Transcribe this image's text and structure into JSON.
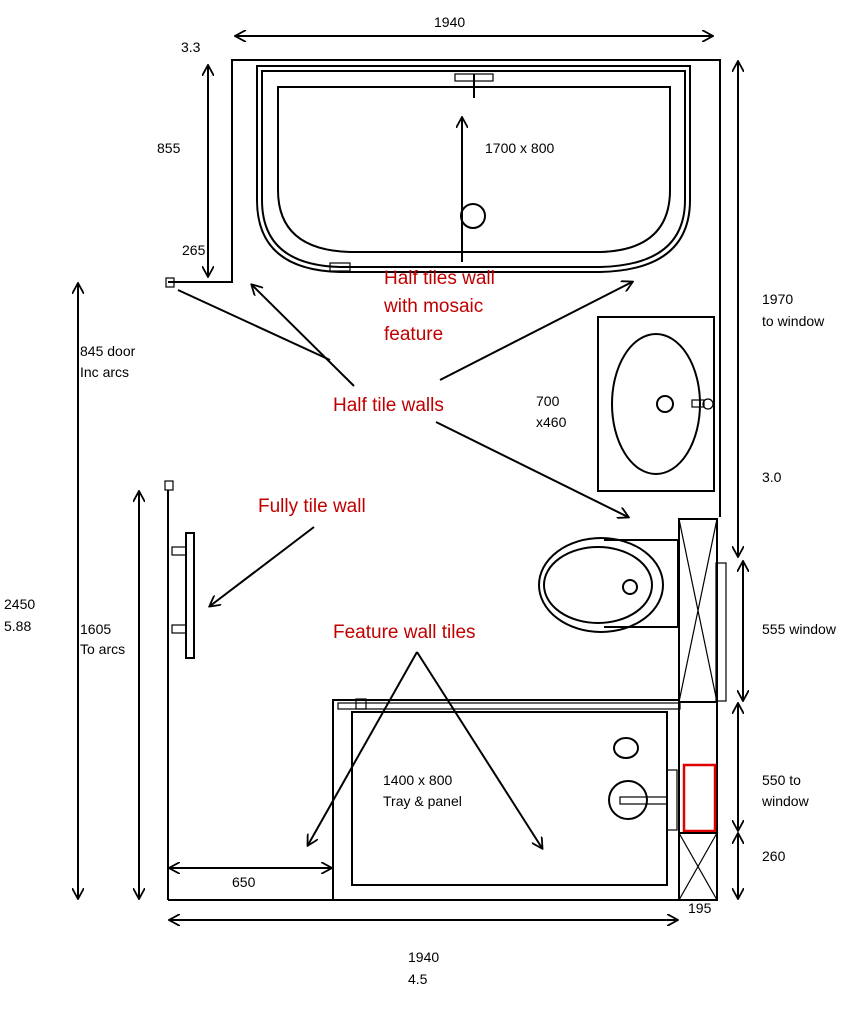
{
  "dimensions": {
    "top_width": "1940",
    "top_thickness": "3.3",
    "bath_depth": "855",
    "step_265": "265",
    "bath_size": "1700 x 800",
    "door": [
      "845 door",
      "Inc arcs"
    ],
    "to_window_1970": [
      "1970",
      "to window"
    ],
    "basin_size": [
      "700",
      "x460"
    ],
    "right_3_0": "3.0",
    "left_total": [
      "2450",
      "5.88"
    ],
    "left_1605": [
      "1605",
      "To arcs"
    ],
    "window_555": "555 window",
    "window_550": [
      "550 to",
      "window"
    ],
    "right_260": "260",
    "tray_size": [
      "1400 x 800",
      "Tray & panel"
    ],
    "bottom_650": "650",
    "bottom_195": "195",
    "bottom_width": [
      "1940",
      "4.5"
    ]
  },
  "notes": {
    "half_tiles_mosaic": [
      "Half tiles wall",
      "with mosaic",
      "feature"
    ],
    "half_tile_walls": "Half tile walls",
    "fully_tile_wall": "Fully tile wall",
    "feature_wall_tiles": "Feature wall tiles"
  },
  "colors": {
    "note": "#c00000",
    "highlight_box": "#e00000"
  }
}
